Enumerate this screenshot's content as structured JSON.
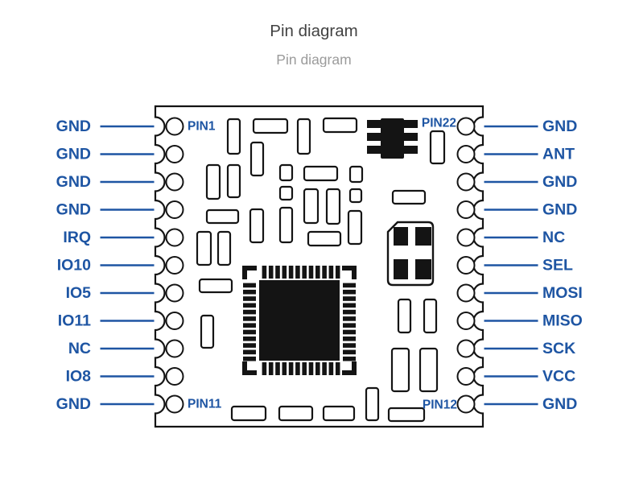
{
  "header": {
    "title": "Pin diagram",
    "subtitle": "Pin diagram"
  },
  "colors": {
    "accent": "#1e55a3",
    "outline": "#141414",
    "title_text": "#424242",
    "subtitle_text": "#9b9b9b"
  },
  "pins": {
    "left": [
      "GND",
      "GND",
      "GND",
      "GND",
      "IRQ",
      "IO10",
      "IO5",
      "IO11",
      "NC",
      "IO8",
      "GND"
    ],
    "right": [
      "GND",
      "ANT",
      "GND",
      "GND",
      "NC",
      "SEL",
      "MOSI",
      "MISO",
      "SCK",
      "VCC",
      "GND"
    ],
    "corner_labels": {
      "top_left": "PIN1",
      "top_right": "PIN22",
      "bottom_left": "PIN11",
      "bottom_right": "PIN12"
    }
  }
}
